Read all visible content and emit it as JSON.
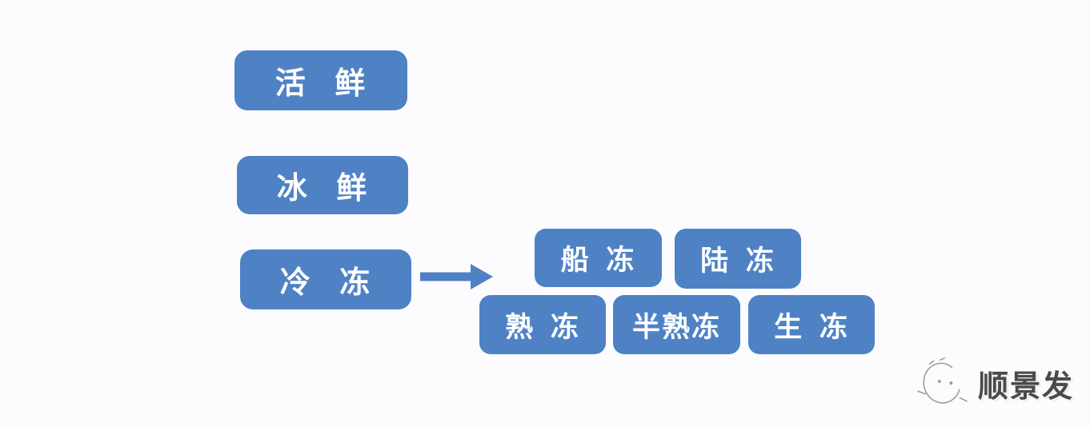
{
  "colors": {
    "background": "#fcfcfe",
    "node_fill": "#4e82c5",
    "node_text": "#ffffff",
    "arrow": "#4e82c5",
    "watermark_text": "#4a4a4a",
    "logo_sketch": "#8f8f8f"
  },
  "diagram": {
    "nodes": [
      {
        "id": "live-fresh",
        "label": "活 鲜"
      },
      {
        "id": "ice-fresh",
        "label": "冰 鲜"
      },
      {
        "id": "frozen",
        "label": "冷 冻"
      },
      {
        "id": "ship-frozen",
        "label": "船 冻"
      },
      {
        "id": "land-frozen",
        "label": "陆 冻"
      },
      {
        "id": "cooked-frozen",
        "label": "熟 冻"
      },
      {
        "id": "semi-cooked-frozen",
        "label": "半熟冻"
      },
      {
        "id": "raw-frozen",
        "label": "生 冻"
      }
    ],
    "arrow": {
      "icon": "arrow-right-icon",
      "direction": "right",
      "from": "frozen",
      "to": [
        "ship-frozen",
        "land-frozen",
        "cooked-frozen",
        "semi-cooked-frozen",
        "raw-frozen"
      ]
    }
  },
  "watermark": {
    "logo_icon": "sketch-face-icon",
    "brand": "顺景发"
  }
}
